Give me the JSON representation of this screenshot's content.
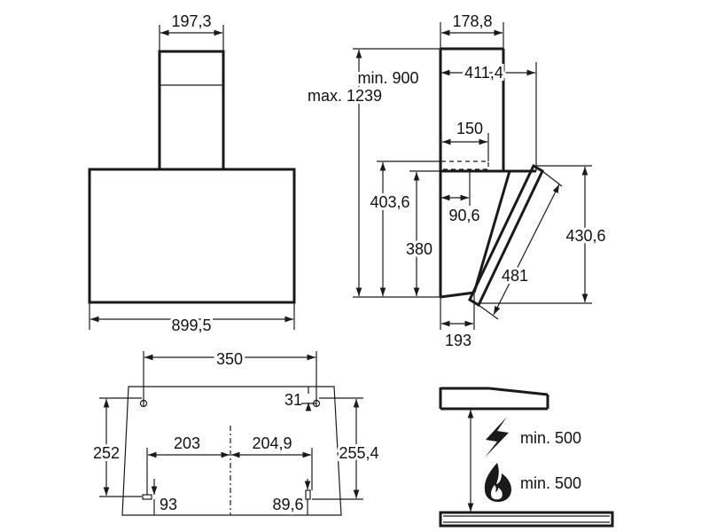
{
  "front_view": {
    "chimney_width": "197,3",
    "hood_width": "899,5"
  },
  "side_view": {
    "chimney_depth": "178,8",
    "chimney_height_min": "min. 900",
    "chimney_height_max": "max. 1239",
    "hood_depth": "411,4",
    "outlet_width": "150",
    "body_height": "403,6",
    "outlet_offset": "90,6",
    "back_height": "380",
    "total_height": "430,6",
    "glass_length": "481",
    "bottom_depth": "193"
  },
  "mounting_view": {
    "top_span": "350",
    "top_offset": "31",
    "left_height": "252",
    "right_height": "255,4",
    "left_half": "203",
    "right_half": "204,9",
    "bottom_left": "93",
    "bottom_right": "89,6"
  },
  "clearance_view": {
    "gas_clearance": "min. 500",
    "electric_clearance": "min. 500",
    "icons": [
      "lightning-icon",
      "flame-icon"
    ]
  },
  "colors": {
    "line": "#1a1a1a",
    "background": "#ffffff"
  }
}
